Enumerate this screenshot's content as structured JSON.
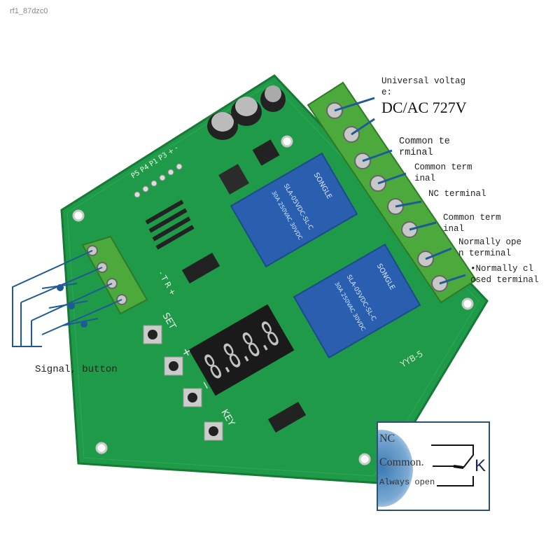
{
  "watermark": "rf1_87dzc0",
  "annotations": {
    "universal_voltage": "Universal voltag\ne:",
    "voltage_value": "DC/AC 727V",
    "common_1": "Common te\nrminal",
    "common_2": "Common term\ninal",
    "nc_terminal": "NC terminal",
    "common_3": "Common term\ninal",
    "normally_open": "Normally ope\nn terminal",
    "normally_closed": "•Normally cl\nosed terminal",
    "signal_button": "Signal, button"
  },
  "board": {
    "model": "YYB-5",
    "pins_label": "P5 P4 P1 P3 + -",
    "serial_label": "- T R +",
    "buttons": [
      "SET",
      "+",
      "−",
      "KEY"
    ],
    "display": "8.8.8.8",
    "relay_brand": "SONGLE",
    "relay_model": "SLA-05VDC-SL-C",
    "relay_rating": "30A 250VAC 30VDC",
    "colors": {
      "pcb": "#1f9a48",
      "relay": "#2a5fb0",
      "terminal": "#4caa3c",
      "wire": "#1e5a96"
    }
  },
  "legend": {
    "nc": "NC",
    "common": "Common.",
    "always_open": "Always open",
    "k": "K"
  }
}
